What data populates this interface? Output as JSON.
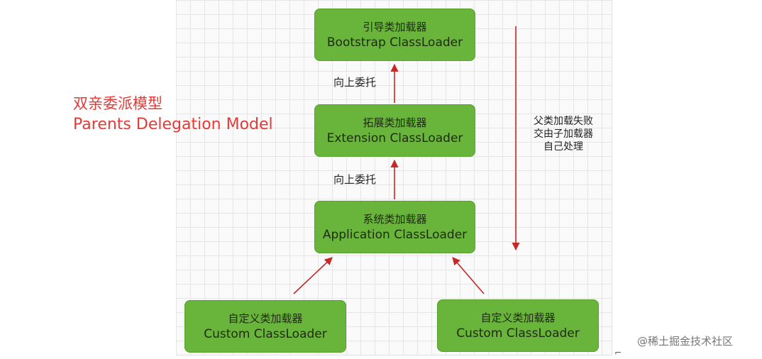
{
  "title": {
    "cn": "双亲委派模型",
    "en": "Parents Delegation Model"
  },
  "nodes": {
    "bootstrap": {
      "cn": "引导类加载器",
      "en": "Bootstrap ClassLoader"
    },
    "extension": {
      "cn": "拓展类加载器",
      "en": "Extension ClassLoader"
    },
    "application": {
      "cn": "系统类加载器",
      "en": "Application ClassLoader"
    },
    "custom_left": {
      "cn": "自定义类加载器",
      "en": "Custom ClassLoader"
    },
    "custom_right": {
      "cn": "自定义类加载器",
      "en": "Custom ClassLoader"
    }
  },
  "labels": {
    "delegate_up_1": "向上委托",
    "delegate_up_2": "向上委托"
  },
  "side_note": {
    "line1": "父类加载失败",
    "line2": "交由子加载器",
    "line3": "自己处理"
  },
  "watermark": "@稀土掘金技术社区",
  "colors": {
    "node_fill": "#69b43a",
    "arrow": "#c62828",
    "title": "#e53935"
  }
}
